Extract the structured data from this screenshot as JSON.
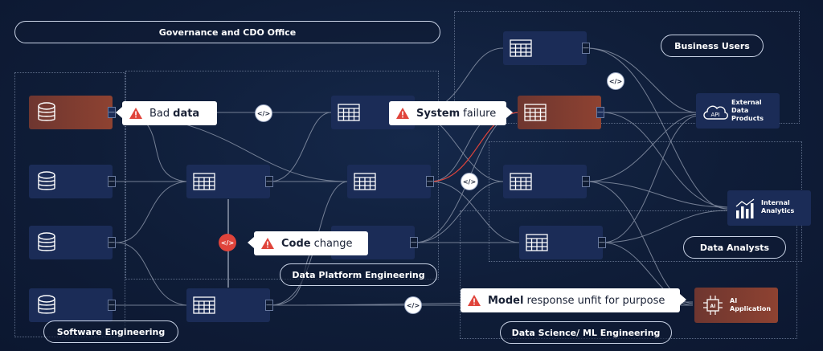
{
  "teams": {
    "governance": "Governance and CDO Office",
    "business_users": "Business Users",
    "data_analysts": "Data Analysts",
    "data_platform": "Data Platform Engineering",
    "software": "Software Engineering",
    "data_science": "Data Science/ ML Engineering"
  },
  "incidents": {
    "bad_data": {
      "bold": "Bad",
      "rest": "data"
    },
    "system_failure": {
      "bold": "System",
      "rest": "failure"
    },
    "code_change": {
      "bold": "Code",
      "rest": "change"
    },
    "model_response": {
      "bold": "Model",
      "rest": "response unfit for purpose"
    }
  },
  "consumers": {
    "external": {
      "icon_text": "API",
      "label_1": "External",
      "label_2": "Data",
      "label_3": "Products"
    },
    "internal": {
      "label_1": "Internal",
      "label_2": "Analytics"
    },
    "ai": {
      "icon_text": "AI",
      "label_1": "AI",
      "label_2": "Application"
    }
  },
  "code_glyph": "</>",
  "port_glyph": "—",
  "colors": {
    "background": "#0f1b33",
    "node": "#1b2c57",
    "node_alert": "#8e4231",
    "warning": "#e0443b",
    "wire": "#8d97ab",
    "wire_alert": "#e0443b"
  },
  "icons": {
    "database": "database-icon",
    "table": "table-icon",
    "warning": "warning-icon",
    "code": "code-icon",
    "chart": "bar-chart-icon",
    "cloud_api": "cloud-api-icon",
    "ai_chip": "ai-chip-icon"
  }
}
